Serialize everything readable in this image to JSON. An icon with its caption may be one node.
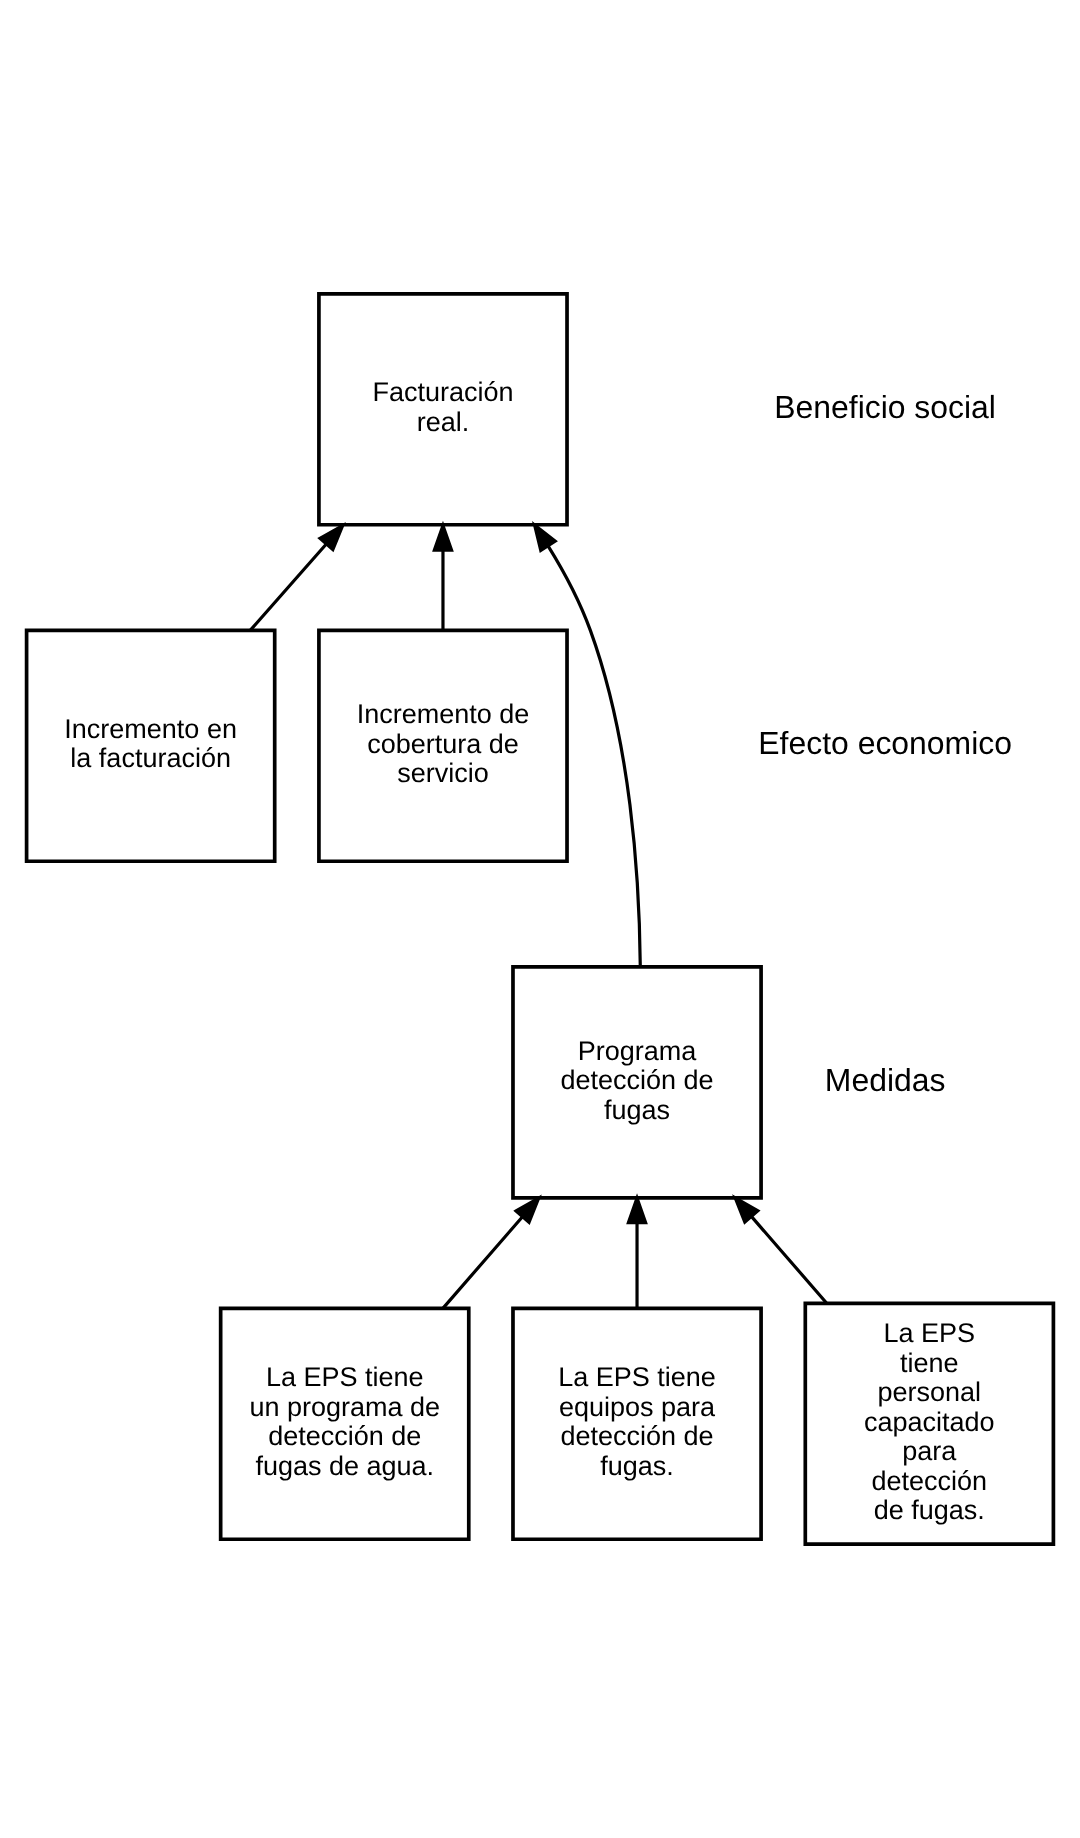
{
  "diagram": {
    "nodes": [
      {
        "text": [
          "Facturación real."
        ]
      },
      {
        "text": [
          "Incremento en la facturación"
        ]
      },
      {
        "text": [
          "Incremento de cobertura de servicio"
        ]
      },
      {
        "text": [
          "Programa detección de fugas"
        ]
      },
      {
        "text": [
          "La EPS tiene  un programa de detección de fugas de agua."
        ]
      },
      {
        "text": [
          "La EPS tiene equipos para detección de fugas."
        ]
      },
      {
        "text": [
          "La EPS tiene personal capacitado para detección de fugas."
        ]
      }
    ],
    "edges": [
      {
        "from": 1,
        "to": 0,
        "arrow": "to"
      },
      {
        "from": 3,
        "to": 0,
        "arrow": "to"
      },
      {
        "from": 2,
        "to": 0,
        "arrow": "to"
      },
      {
        "from": 4,
        "to": 3,
        "arrow": "to"
      },
      {
        "from": 5,
        "to": 3,
        "arrow": "to"
      },
      {
        "from": 6,
        "to": 3,
        "arrow": "to"
      }
    ],
    "labels": [
      "Beneficio social",
      "Efecto economico",
      "Medidas"
    ]
  }
}
